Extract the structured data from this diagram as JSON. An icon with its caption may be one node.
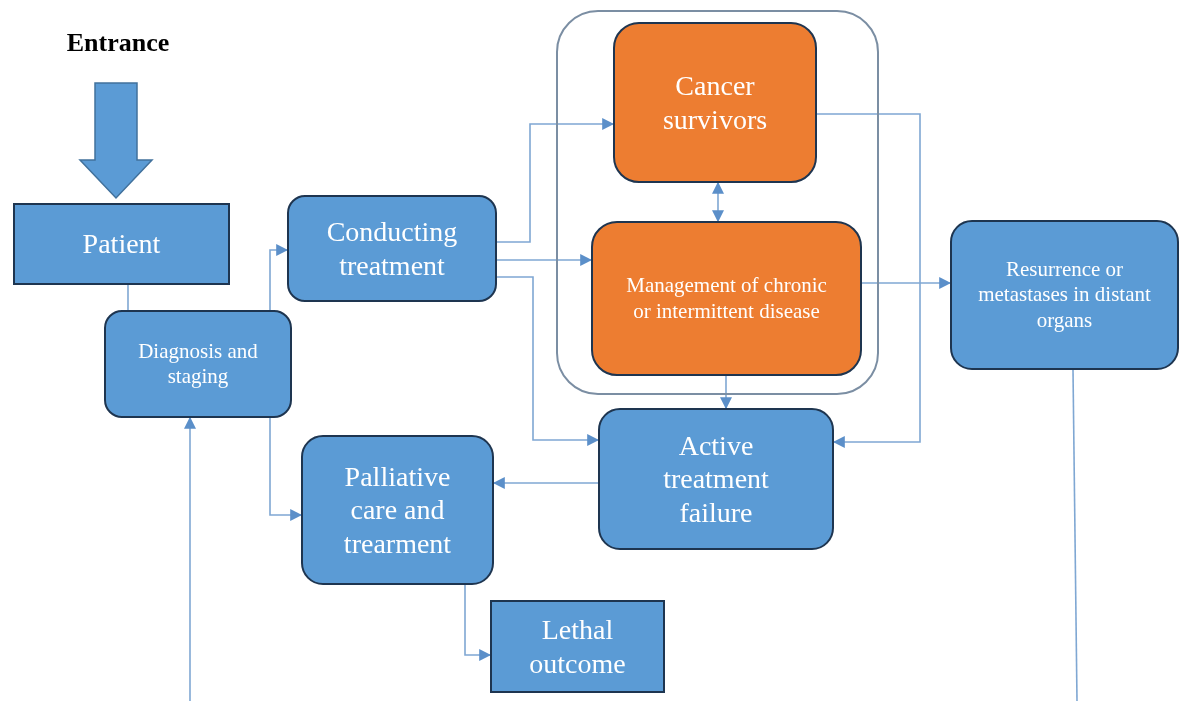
{
  "diagram": {
    "nodes": [
      {
        "text": [
          "Entrance"
        ]
      },
      {
        "text": [
          "Patient"
        ]
      },
      {
        "text": [
          "Diagnosis and staging"
        ]
      },
      {
        "text": [
          "Conducting treatment"
        ]
      },
      {
        "text": [],
        "shape": "box"
      },
      {
        "text": [
          "Cancer survivors"
        ],
        "in": 4
      },
      {
        "text": [
          "Management of chronic or intermittent disease"
        ],
        "in": 4
      },
      {
        "text": [
          "Resurrence or metastases in distant organs"
        ]
      },
      {
        "text": [
          "Active treatment failure"
        ]
      },
      {
        "text": [
          "Palliative care and trearment"
        ]
      },
      {
        "text": [
          "Lethal outcome"
        ]
      }
    ],
    "edges": [
      {
        "from": 0,
        "to": 1,
        "arrow": "to",
        "style": "thick"
      },
      {
        "from": 1,
        "to": 2,
        "arrow": "none"
      },
      {
        "from": 2,
        "to": 3,
        "arrow": "to"
      },
      {
        "from": 2,
        "to": 9,
        "arrow": "to"
      },
      {
        "from": 3,
        "to": 5,
        "arrow": "to"
      },
      {
        "from": 3,
        "to": 6,
        "arrow": "to"
      },
      {
        "from": 3,
        "to": 8,
        "arrow": "to"
      },
      {
        "from": 5,
        "to": 6,
        "arrow": "both"
      },
      {
        "from": 6,
        "to": 8,
        "arrow": "to"
      },
      {
        "from": 5,
        "to": 8,
        "arrow": "to"
      },
      {
        "from": 6,
        "to": 7,
        "arrow": "to"
      },
      {
        "from": 8,
        "to": 9,
        "arrow": "to"
      },
      {
        "from": 9,
        "to": 10,
        "arrow": "to"
      },
      {
        "from": 7,
        "to": null,
        "arrow": "none"
      },
      {
        "from": null,
        "to": 2,
        "arrow": "to"
      }
    ]
  }
}
